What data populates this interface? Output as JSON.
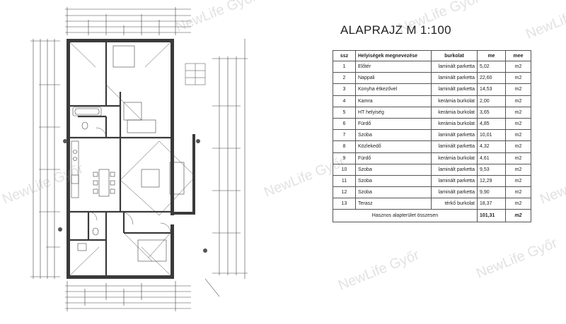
{
  "title": "ALAPRAJZ M 1:100",
  "watermark": "NewLife Győr",
  "table": {
    "headers": {
      "num": "ssz",
      "name": "Helyiségek megnevezése",
      "finish": "burkolat",
      "area": "me",
      "unit": "mee"
    },
    "rows": [
      {
        "num": "1",
        "name": "Előtér",
        "finish": "laminált parketta",
        "area": "5,02",
        "unit": "m2"
      },
      {
        "num": "2",
        "name": "Nappali",
        "finish": "laminált parketta",
        "area": "22,60",
        "unit": "m2"
      },
      {
        "num": "3",
        "name": "Konyha étkezővel",
        "finish": "laminált parketta",
        "area": "14,53",
        "unit": "m2"
      },
      {
        "num": "4",
        "name": "Kamra",
        "finish": "kerámia burkolat",
        "area": "2,00",
        "unit": "m2"
      },
      {
        "num": "5",
        "name": "HT helyiség",
        "finish": "kerámia burkolat",
        "area": "3,65",
        "unit": "m2"
      },
      {
        "num": "6",
        "name": "Fürdő",
        "finish": "kerámia burkolat",
        "area": "4,85",
        "unit": "m2"
      },
      {
        "num": "7",
        "name": "Szoba",
        "finish": "laminált parketta",
        "area": "10,01",
        "unit": "m2"
      },
      {
        "num": "8",
        "name": "Közlekedő",
        "finish": "laminált parketta",
        "area": "4,32",
        "unit": "m2"
      },
      {
        "num": "9",
        "name": "Fürdő",
        "finish": "kerámia burkolat",
        "area": "4,61",
        "unit": "m2"
      },
      {
        "num": "10",
        "name": "Szoba",
        "finish": "laminált parketta",
        "area": "9,53",
        "unit": "m2"
      },
      {
        "num": "11",
        "name": "Szoba",
        "finish": "laminált parketta",
        "area": "12,29",
        "unit": "m2"
      },
      {
        "num": "12",
        "name": "Szoba",
        "finish": "laminált parketta",
        "area": "9,90",
        "unit": "m2"
      },
      {
        "num": "13",
        "name": "Terasz",
        "finish": "térkő burkolat",
        "area": "18,37",
        "unit": "m2"
      }
    ],
    "total": {
      "label": "Hasznos alapterület összesen",
      "value": "101,31",
      "unit": "m2"
    }
  },
  "colors": {
    "wall": "#3a3a3a",
    "line": "#444444",
    "table_border": "#555555"
  }
}
